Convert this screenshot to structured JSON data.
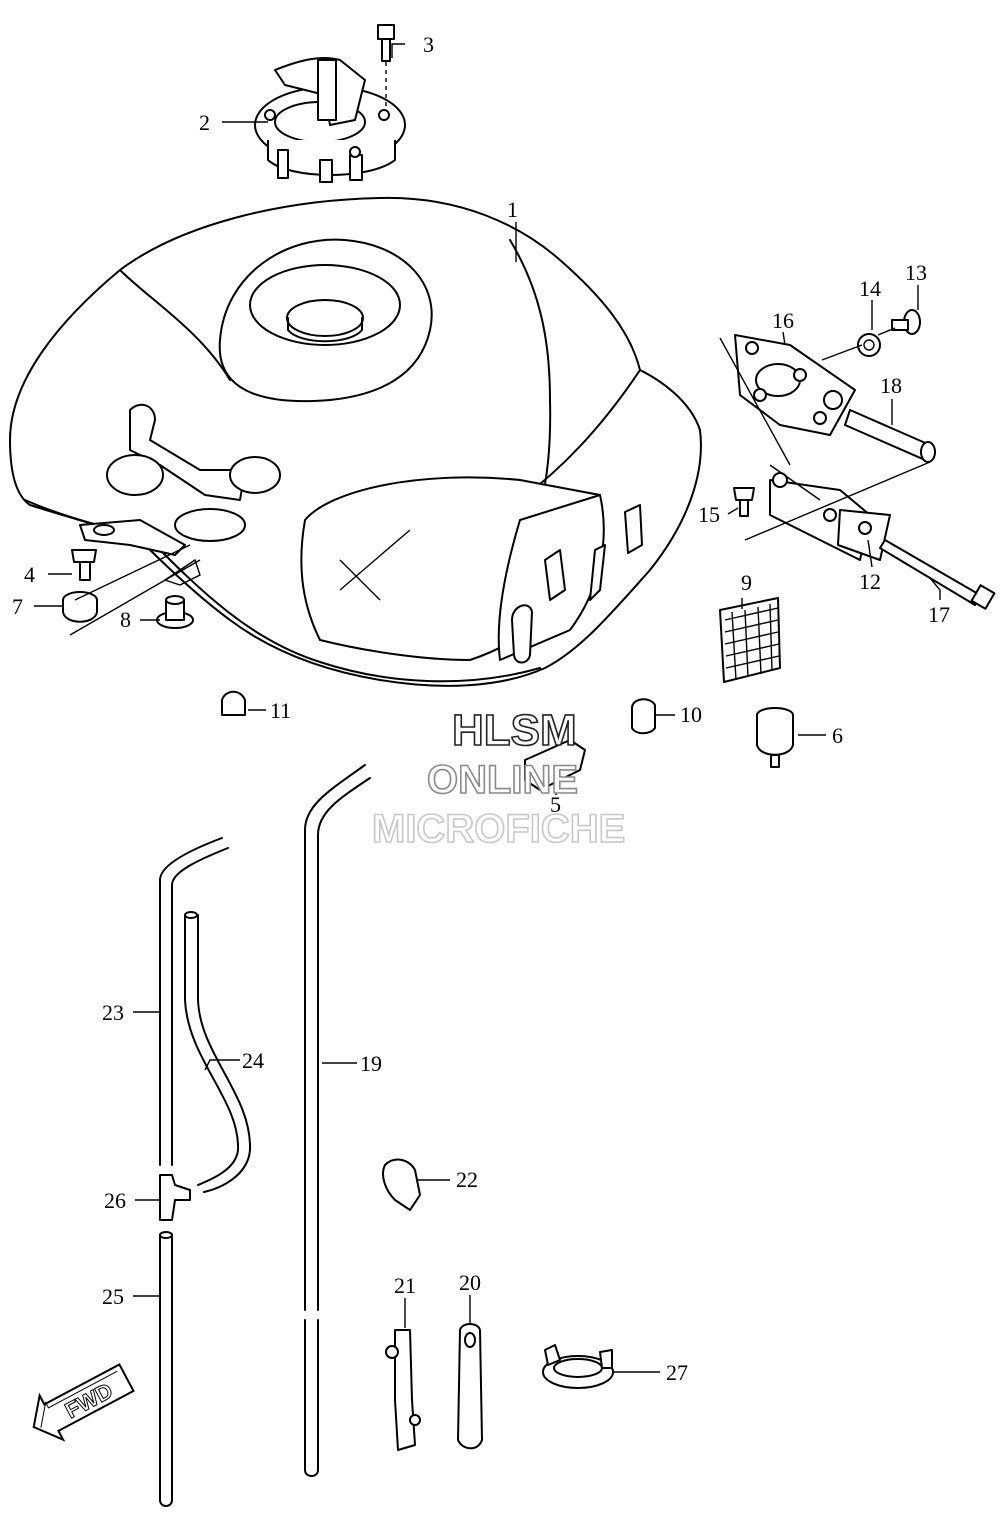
{
  "callouts": [
    {
      "id": "1",
      "text": "1"
    },
    {
      "id": "2",
      "text": "2"
    },
    {
      "id": "3",
      "text": "3"
    },
    {
      "id": "4",
      "text": "4"
    },
    {
      "id": "5",
      "text": "5"
    },
    {
      "id": "6",
      "text": "6"
    },
    {
      "id": "7",
      "text": "7"
    },
    {
      "id": "8",
      "text": "8"
    },
    {
      "id": "9",
      "text": "9"
    },
    {
      "id": "10",
      "text": "10"
    },
    {
      "id": "11",
      "text": "11"
    },
    {
      "id": "12",
      "text": "12"
    },
    {
      "id": "13",
      "text": "13"
    },
    {
      "id": "14",
      "text": "14"
    },
    {
      "id": "15",
      "text": "15"
    },
    {
      "id": "16",
      "text": "16"
    },
    {
      "id": "17",
      "text": "17"
    },
    {
      "id": "18",
      "text": "18"
    },
    {
      "id": "19",
      "text": "19"
    },
    {
      "id": "20",
      "text": "20"
    },
    {
      "id": "21",
      "text": "21"
    },
    {
      "id": "22",
      "text": "22"
    },
    {
      "id": "23",
      "text": "23"
    },
    {
      "id": "24",
      "text": "24"
    },
    {
      "id": "25",
      "text": "25"
    },
    {
      "id": "26",
      "text": "26"
    },
    {
      "id": "27",
      "text": "27"
    }
  ],
  "watermark": {
    "line1": "HLSM",
    "line2": "ONLINE",
    "line3": "MICROFICHE"
  },
  "direction_badge": {
    "text": "FWD"
  },
  "colors": {
    "line": "#000000",
    "background": "#ffffff"
  }
}
